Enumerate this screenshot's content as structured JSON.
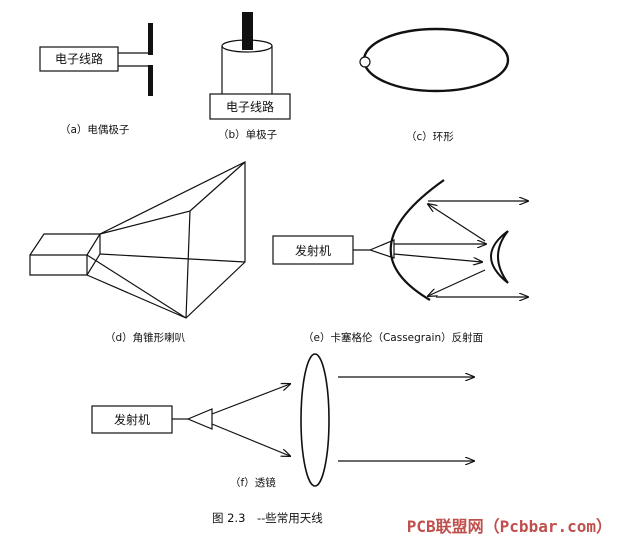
{
  "panels": {
    "a": {
      "box_label": "电子线路",
      "caption": "（a）电偶极子"
    },
    "b": {
      "box_label": "电子线路",
      "caption": "（b）单极子"
    },
    "c": {
      "caption": "（c）环形"
    },
    "d": {
      "caption": "（d）角锥形喇叭"
    },
    "e": {
      "box_label": "发射机",
      "caption": "（e）卡塞格伦（Cassegrain）反射面"
    },
    "f": {
      "box_label": "发射机",
      "caption": "（f）透镜"
    }
  },
  "figure_caption": "图 2.3　--些常用天线",
  "watermark": "PCB联盟网（Pcbbar.com）"
}
